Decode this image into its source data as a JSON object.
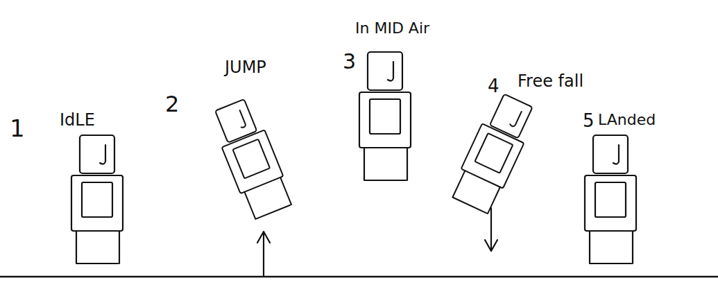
{
  "diagram": {
    "labels": [
      "1",
      "IdLE",
      "2",
      "JUMP",
      "3",
      "In MID Air",
      "4",
      "Free fall",
      "5",
      "LAnded"
    ]
  }
}
